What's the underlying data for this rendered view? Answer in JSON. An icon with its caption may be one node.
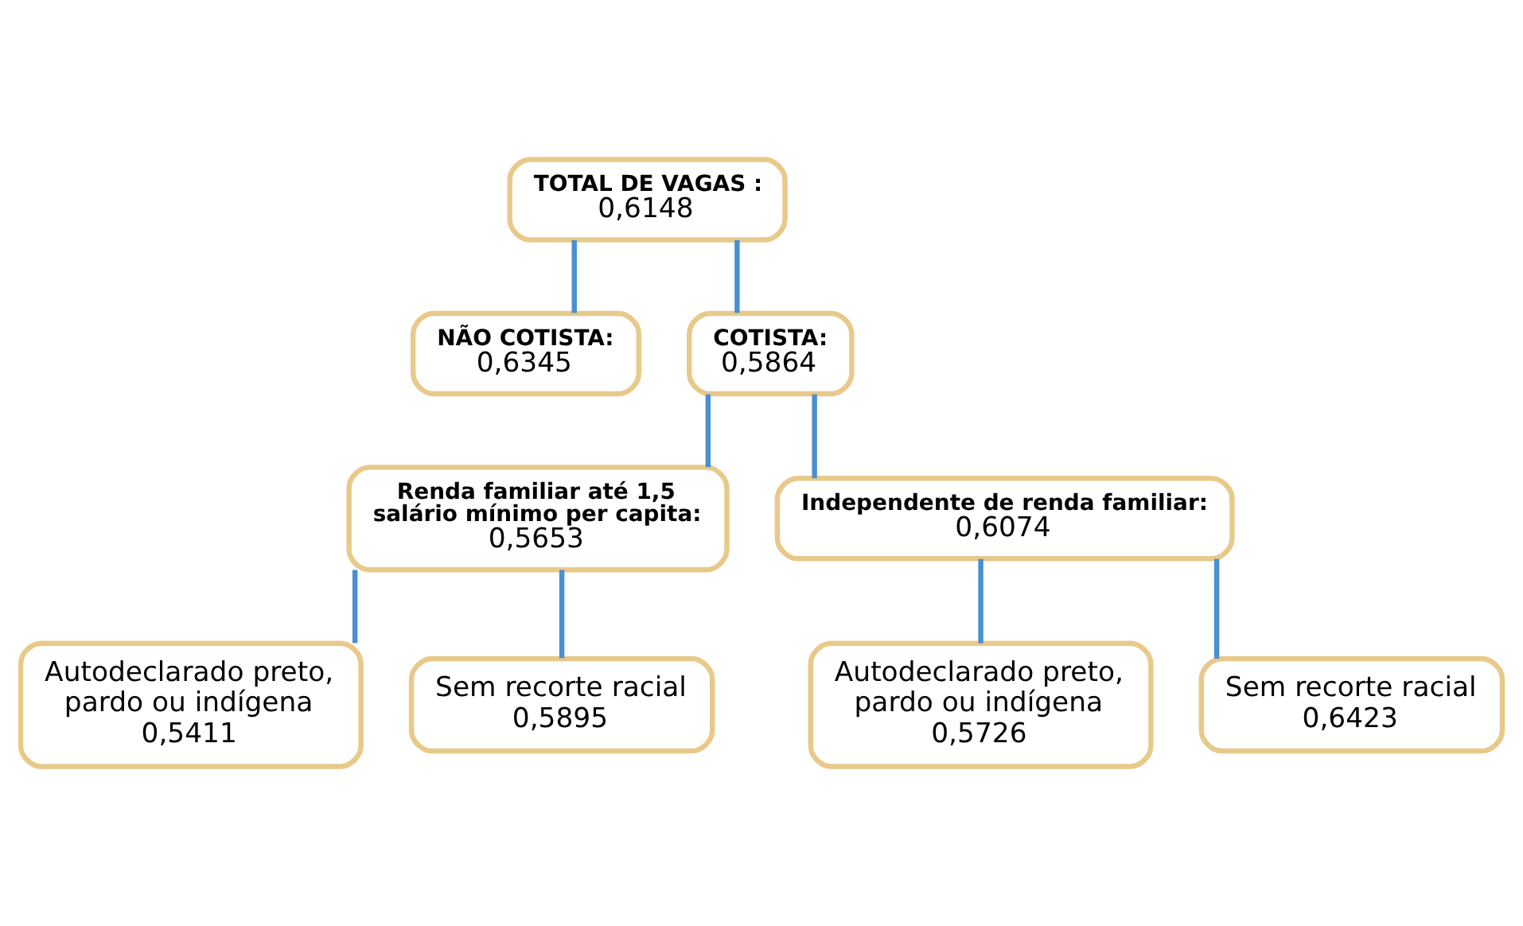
{
  "diagram": {
    "nodes": [
      {
        "text": [
          "TOTAL DE VAGAS :",
          "0,6148"
        ]
      },
      {
        "text": [
          "NÃO COTISTA:",
          "0,6345"
        ]
      },
      {
        "text": [
          "COTISTA:",
          "0,5864"
        ]
      },
      {
        "text": [
          "Renda familiar até 1,5 salário mínimo per capita:",
          "0,5653"
        ]
      },
      {
        "text": [
          "Independente de renda familiar:",
          "0,6074"
        ]
      },
      {
        "text": [
          "Autodeclarado preto, pardo ou indígena",
          "0,5411"
        ]
      },
      {
        "text": [
          "Sem recorte racial",
          "0,5895"
        ]
      },
      {
        "text": [
          "Autodeclarado preto, pardo ou indígena",
          "0,5726"
        ]
      },
      {
        "text": [
          "Sem recorte racial",
          "0,6423"
        ]
      }
    ],
    "edges": [
      {
        "from": 0,
        "to": 1,
        "arrow": "none"
      },
      {
        "from": 0,
        "to": 2,
        "arrow": "none"
      },
      {
        "from": 2,
        "to": 3,
        "arrow": "none"
      },
      {
        "from": 2,
        "to": 4,
        "arrow": "none"
      },
      {
        "from": 3,
        "to": 5,
        "arrow": "none"
      },
      {
        "from": 3,
        "to": 6,
        "arrow": "none"
      },
      {
        "from": 4,
        "to": 7,
        "arrow": "none"
      },
      {
        "from": 4,
        "to": 8,
        "arrow": "none"
      }
    ]
  }
}
